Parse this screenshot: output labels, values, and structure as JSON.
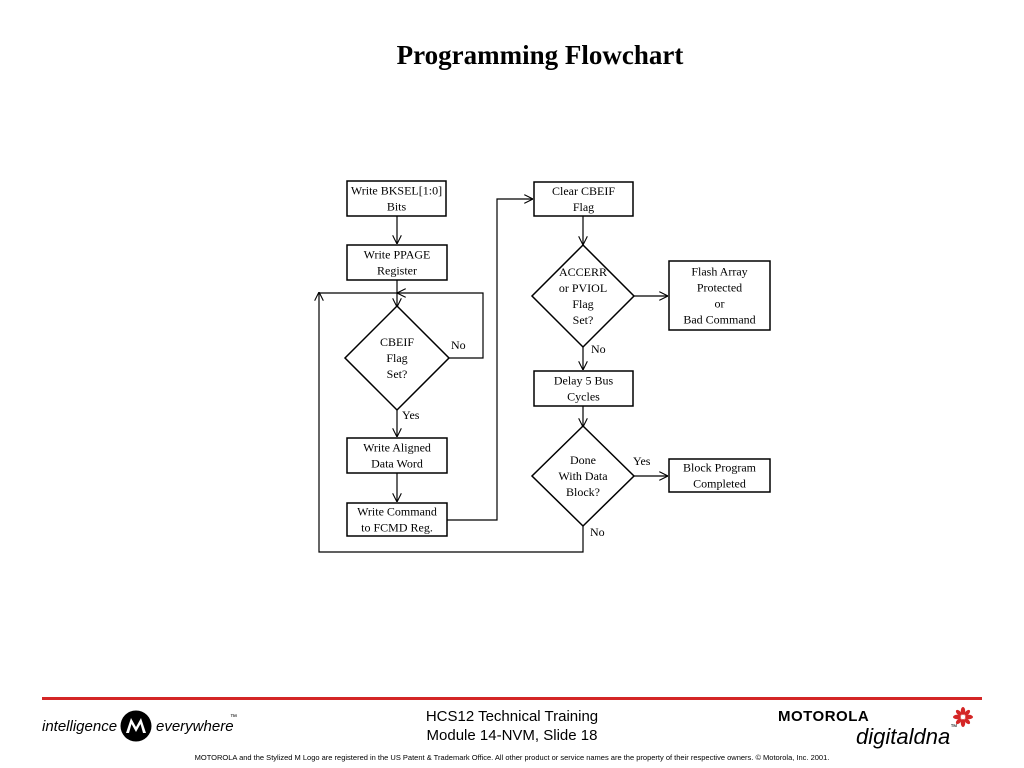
{
  "slide": {
    "title": "Programming Flowchart"
  },
  "flowchart": {
    "nodes": {
      "write_bksel": [
        "Write BKSEL[1:0]",
        "Bits"
      ],
      "write_ppage": [
        "Write PPAGE",
        "Register"
      ],
      "cbeif_check": [
        "CBEIF",
        "Flag",
        "Set?"
      ],
      "write_data": [
        "Write Aligned",
        "Data Word"
      ],
      "write_cmd": [
        "Write Command",
        "to FCMD Reg."
      ],
      "clear_cbeif": [
        "Clear CBEIF",
        "Flag"
      ],
      "error_check": [
        "ACCERR",
        "or PVIOL",
        "Flag",
        "Set?"
      ],
      "flash_protected": [
        "Flash Array",
        "Protected",
        "or",
        "Bad Command"
      ],
      "delay": [
        "Delay 5 Bus",
        "Cycles"
      ],
      "done_check": [
        "Done",
        "With Data",
        "Block?"
      ],
      "block_complete": [
        "Block Program",
        "Completed"
      ]
    },
    "edge_labels": {
      "cbeif_no": "No",
      "cbeif_yes": "Yes",
      "error_no": "No",
      "done_yes": "Yes",
      "done_no": "No"
    }
  },
  "footer": {
    "tagline_left": "intelligence",
    "tagline_right": "everywhere",
    "tm": "™",
    "course": "HCS12 Technical Training",
    "slide_ref": "Module 14-NVM, Slide 18",
    "brand": "MOTOROLA",
    "dna_brand": "digitaldna",
    "legal": "MOTOROLA and the Stylized M Logo are registered in the US Patent & Trademark Office. All other  product or service names are the property of their respective owners.  © Motorola, Inc. 2001."
  }
}
